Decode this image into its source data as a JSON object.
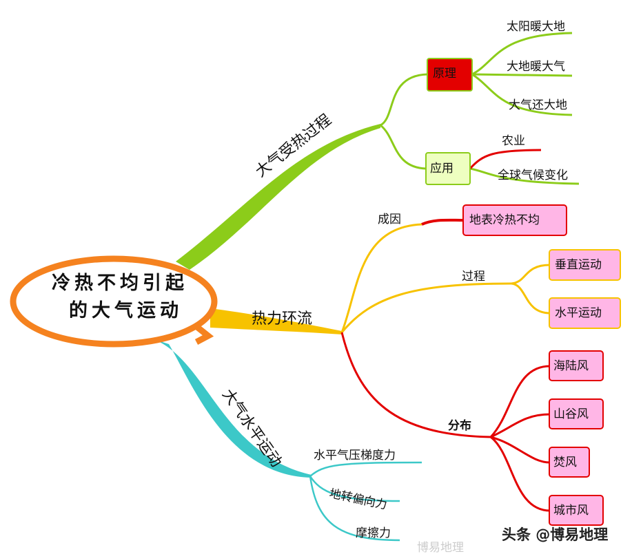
{
  "center": {
    "line1": "冷热不均引起",
    "line2": "的大气运动"
  },
  "branches": {
    "heating": {
      "label": "大气受热过程",
      "principle": {
        "label": "原理",
        "items": [
          "太阳暖大地",
          "大地暖大气",
          "大气还大地"
        ]
      },
      "application": {
        "label": "应用",
        "items": [
          "农业",
          "全球气候变化"
        ]
      }
    },
    "circulation": {
      "label": "热力环流",
      "cause": {
        "label": "成因",
        "box": "地表冷热不均"
      },
      "process": {
        "label": "过程",
        "boxes": [
          "垂直运动",
          "水平运动"
        ]
      },
      "distribution": {
        "label": "分布",
        "boxes": [
          "海陆风",
          "山谷风",
          "焚风",
          "城市风"
        ]
      }
    },
    "horizontal": {
      "label": "大气水平运动",
      "items": [
        "水平气压梯度力",
        "地转偏向力",
        "摩擦力"
      ]
    }
  },
  "watermark": {
    "text": "头条 @博易地理",
    "ghost": "博易地理"
  },
  "colors": {
    "orange": "#f5821f",
    "green": "#8ccc1a",
    "yellow": "#f7c200",
    "red": "#e30000",
    "teal": "#3cc8c8",
    "pink": "#ffb6e6",
    "lightgreen": "#eeffc0"
  }
}
